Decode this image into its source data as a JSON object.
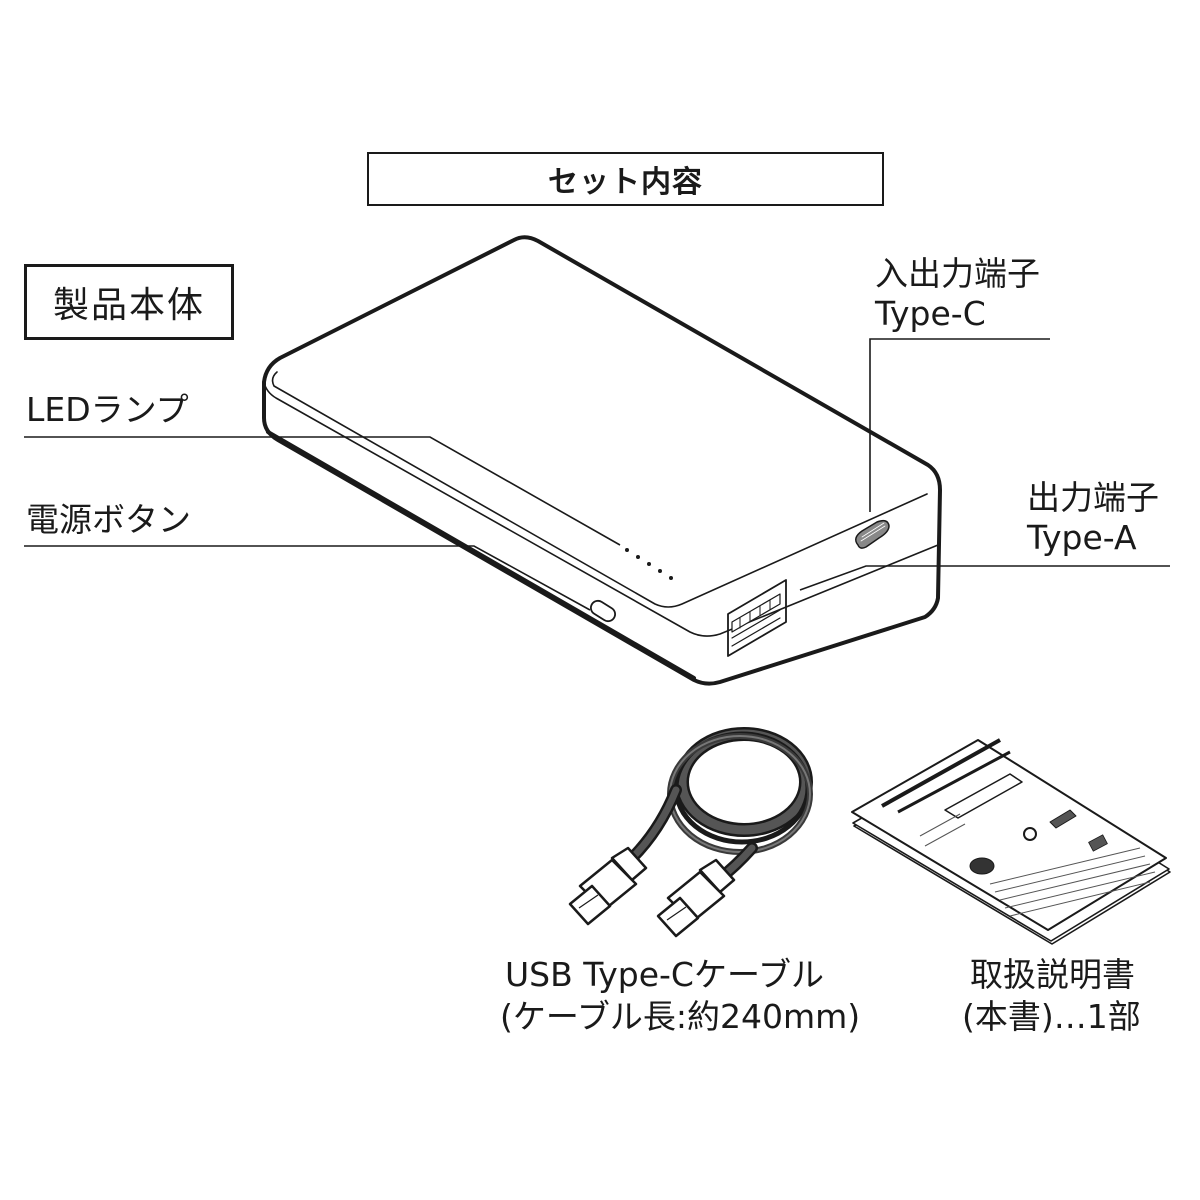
{
  "header": {
    "title": "セット内容"
  },
  "product_body": {
    "section_label": "製品本体",
    "callouts": {
      "led_lamp": "LEDランプ",
      "power_button": "電源ボタン",
      "io_port_line1": "入出力端子",
      "io_port_line2": "Type-C",
      "output_port_line1": "出力端子",
      "output_port_line2": "Type-A"
    },
    "led_indicator_count": 5
  },
  "accessories": {
    "cable": {
      "line1": "USB Type-Cケーブル",
      "line2": "(ケーブル長:約240mm)"
    },
    "manual": {
      "line1": "取扱説明書",
      "line2": "(本書)…1部"
    }
  },
  "colors": {
    "ink": "#1a1a1a",
    "cable": "#3a3a3a",
    "port_fill": "#888888",
    "background": "#ffffff"
  }
}
